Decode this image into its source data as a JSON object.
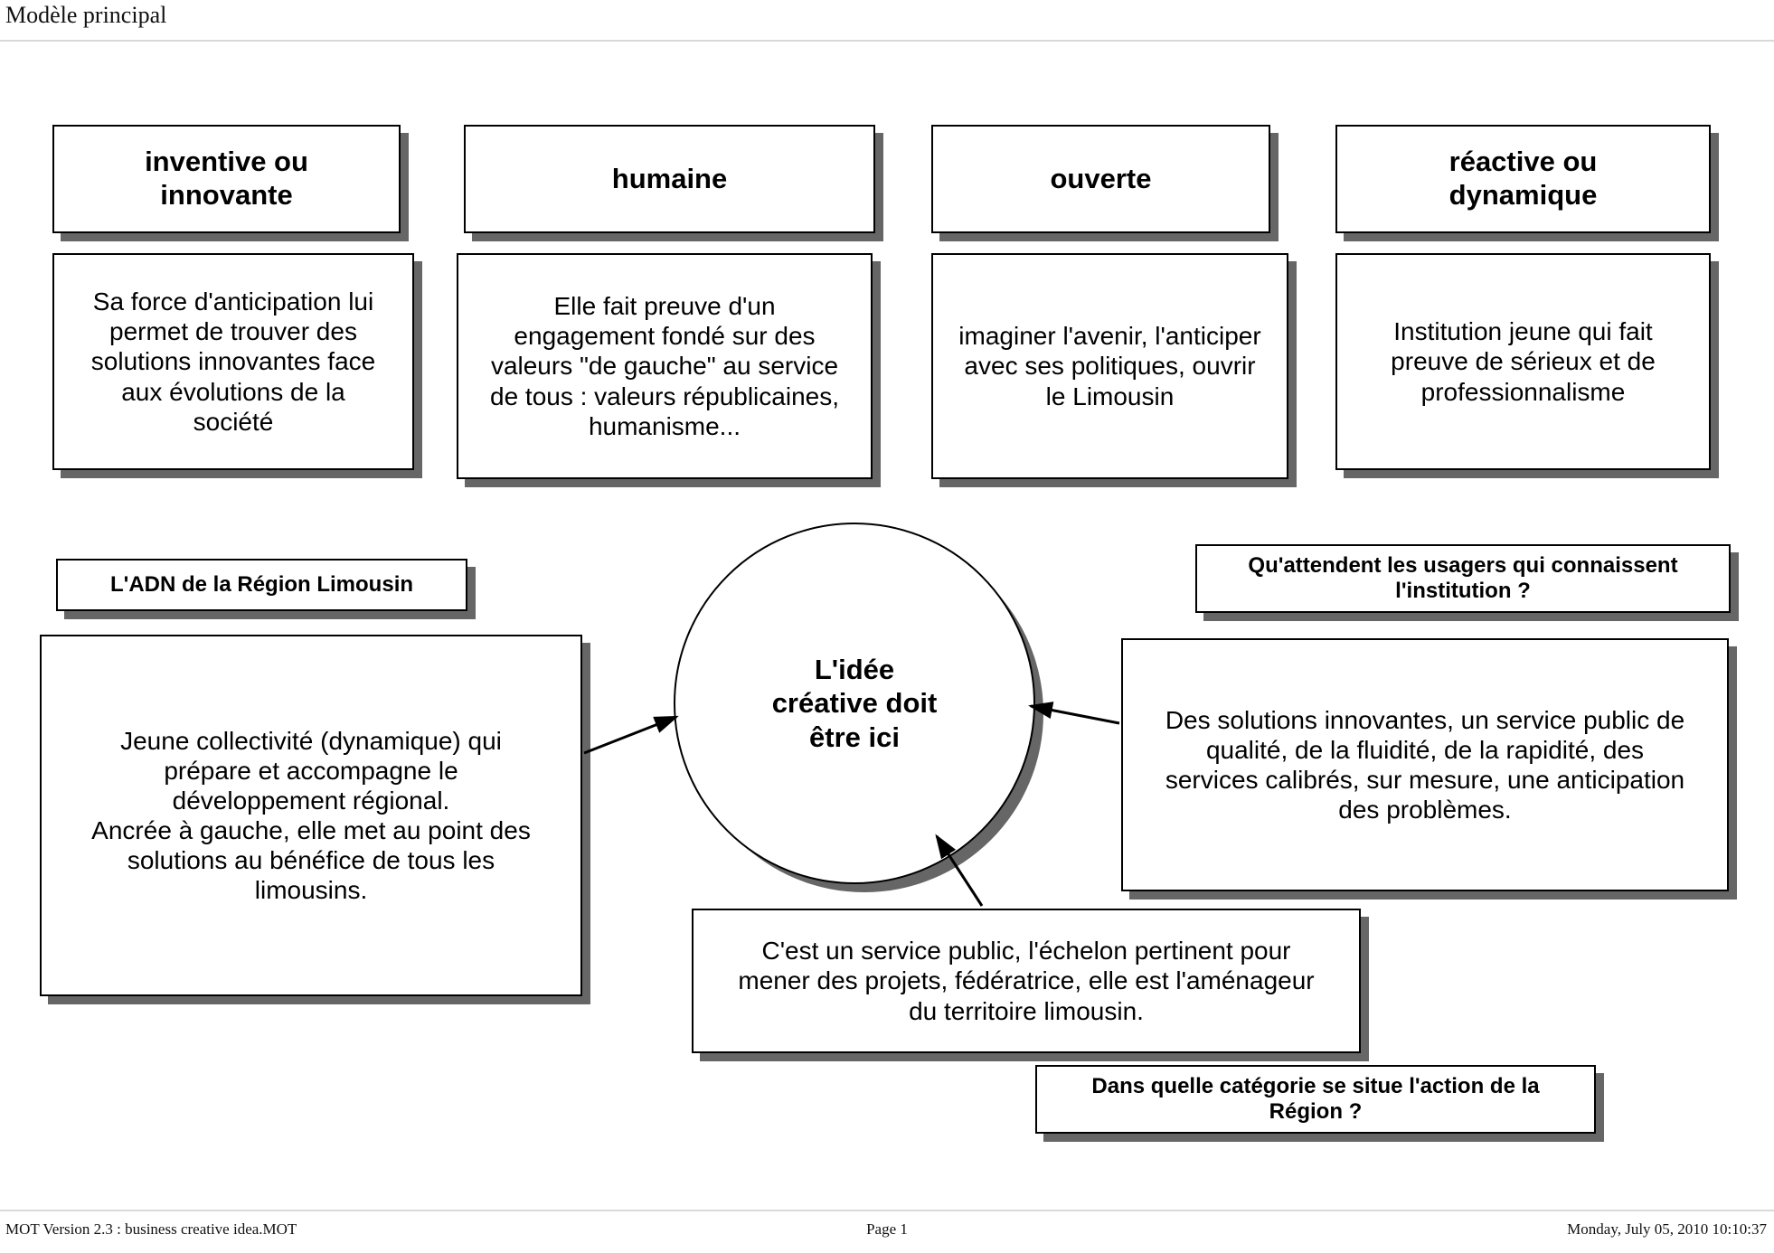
{
  "header": {
    "title": "Modèle principal"
  },
  "footer": {
    "left": "MOT Version 2.3 : business creative idea.MOT",
    "center": "Page 1",
    "right": "Monday, July 05, 2010 10:10:37"
  },
  "colors": {
    "box_border": "#000000",
    "box_fill": "#ffffff",
    "box_shadow": "#666666",
    "text": "#000000",
    "rule": "#d9d9d9"
  },
  "center": {
    "label": "L'idée\ncréative doit\nêtre ici"
  },
  "categories": [
    {
      "id": "inventive",
      "title": "inventive ou\ninnovante",
      "description": "Sa force d'anticipation lui\npermet de trouver des\nsolutions innovantes face\naux évolutions de la\nsociété"
    },
    {
      "id": "humaine",
      "title": "humaine",
      "description": "Elle fait preuve d'un\nengagement fondé sur des\nvaleurs \"de gauche\" au service\nde tous : valeurs républicaines,\nhumanisme..."
    },
    {
      "id": "ouverte",
      "title": "ouverte",
      "description": "imaginer l'avenir, l'anticiper\navec ses politiques, ouvrir\nle Limousin"
    },
    {
      "id": "reactive",
      "title": "réactive ou\ndynamique",
      "description": "Institution jeune qui fait\npreuve de sérieux et de\nprofessionnalisme"
    }
  ],
  "left_group": {
    "label": "L'ADN de la Région Limousin",
    "content": "Jeune collectivité (dynamique) qui\nprépare et accompagne le\ndéveloppement régional.\nAncrée à gauche, elle met au point des\nsolutions au bénéfice de tous les\nlimousins."
  },
  "right_group": {
    "label": "Qu'attendent les usagers qui connaissent\nl'institution ?",
    "content": "Des solutions innovantes, un service public de\nqualité, de la fluidité, de la rapidité, des\nservices calibrés, sur mesure, une anticipation\ndes problèmes."
  },
  "bottom_group": {
    "content": "C'est un service public, l'échelon pertinent pour\nmener des projets, fédératrice, elle est l'aménageur\ndu territoire limousin.",
    "question": "Dans quelle catégorie se situe l'action de la\nRégion ?"
  },
  "arrows": [
    {
      "id": "left-to-center",
      "from": "left-content-box",
      "to": "central-circle",
      "direction": "right"
    },
    {
      "id": "right-to-center",
      "from": "right-content-box",
      "to": "central-circle",
      "direction": "left"
    },
    {
      "id": "bottom-to-center",
      "from": "bottom-content-box",
      "to": "central-circle",
      "direction": "up-left"
    }
  ]
}
